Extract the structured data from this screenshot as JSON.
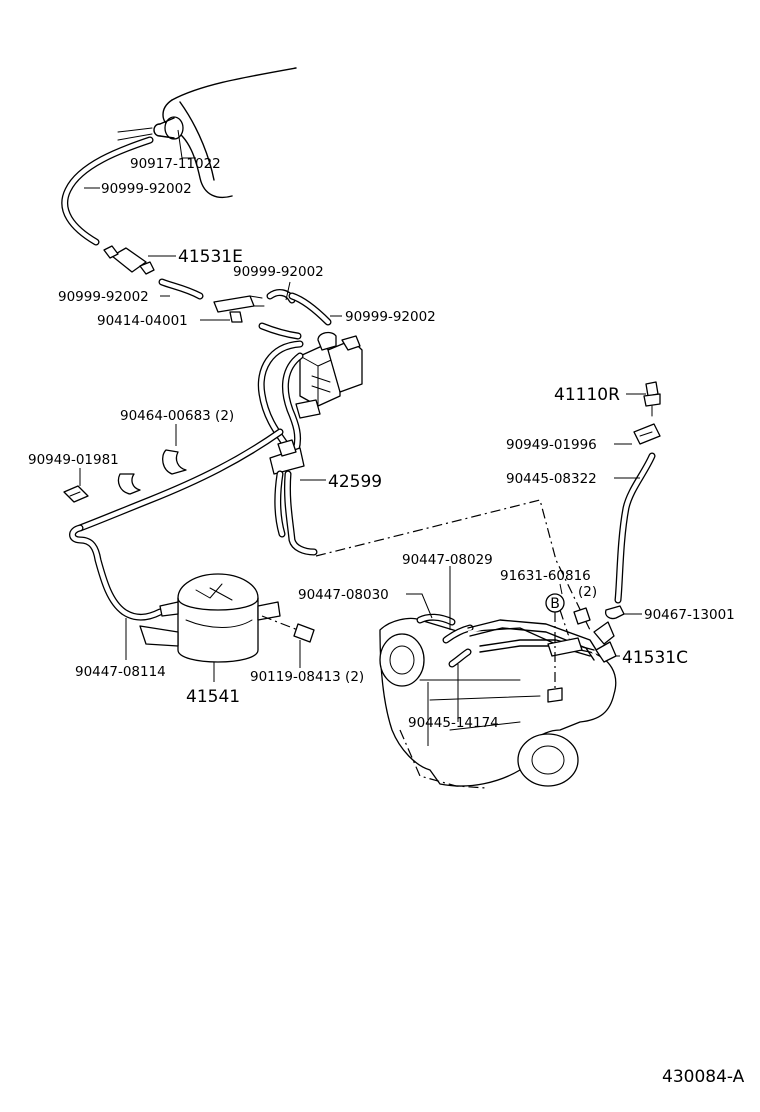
{
  "labels": {
    "p90917_11022": "90917-11022",
    "p90999_92002_a": "90999-92002",
    "p41531E": "41531E",
    "p90999_92002_b": "90999-92002",
    "p90999_92002_c": "90999-92002",
    "p90414_04001": "90414-04001",
    "p90999_92002_d": "90999-92002",
    "p90464_00683": "90464-00683 (2)",
    "p90949_01981": "90949-01981",
    "p42599": "42599",
    "p41110R": "41110R",
    "p90949_01996": "90949-01996",
    "p90445_08322": "90445-08322",
    "p90447_08029": "90447-08029",
    "p91631_60816": "91631-60816",
    "p91631_qty": "(2)",
    "p90447_08030": "90447-08030",
    "p90467_13001": "90467-13001",
    "p41531C": "41531C",
    "p90447_08114": "90447-08114",
    "p90119_08413": "90119-08413 (2)",
    "p41541": "41541",
    "p90445_14174": "90445-14174",
    "ref_b": "B",
    "illustration_id": "430084-A"
  }
}
